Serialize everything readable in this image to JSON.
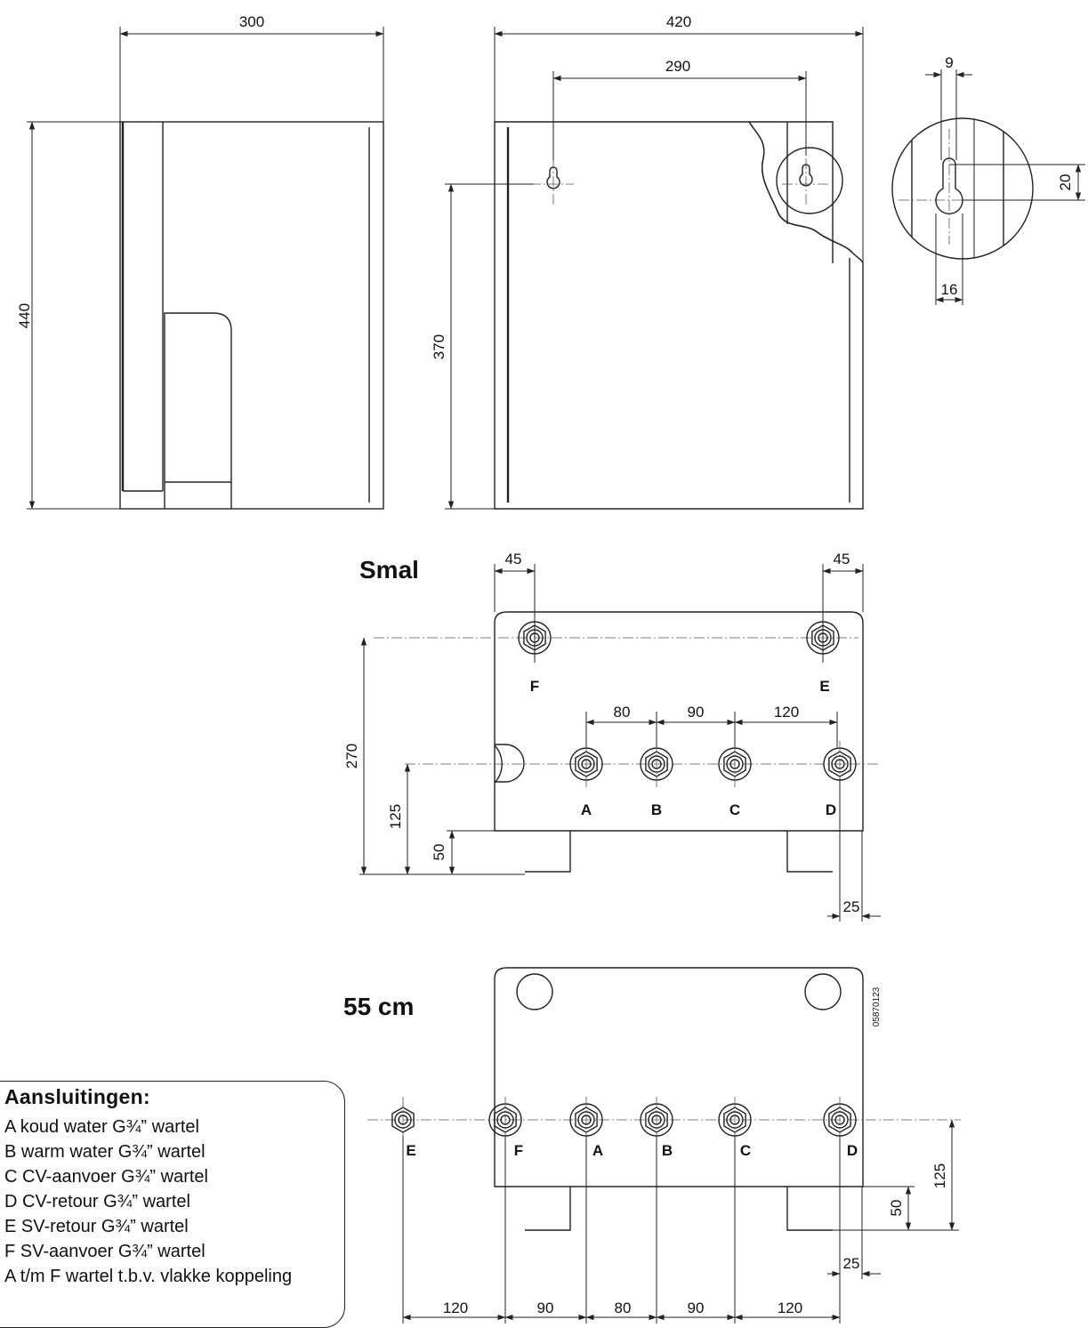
{
  "views": {
    "side": {
      "width": "300",
      "height": "440"
    },
    "front": {
      "width": "420",
      "hole_spacing": "290",
      "hole_height": "370"
    },
    "detail": {
      "slot_width": "9",
      "slot_length": "20",
      "head_diameter": "16"
    }
  },
  "smal": {
    "title": "Smal",
    "top_left_offset": "45",
    "top_right_offset": "45",
    "spacing_ab": "80",
    "spacing_bc": "90",
    "spacing_cd": "120",
    "height_top": "270",
    "height_row": "125",
    "height_foot": "50",
    "right_offset": "25",
    "labels": {
      "a": "A",
      "b": "B",
      "c": "C",
      "d": "D",
      "e": "E",
      "f": "F"
    }
  },
  "wide": {
    "title": "55 cm",
    "drawing_code": "05870123",
    "height_row": "125",
    "height_foot": "50",
    "right_offset": "25",
    "spacing_ef": "120",
    "spacing_fa": "90",
    "spacing_ab": "80",
    "spacing_bc": "90",
    "spacing_cd": "120",
    "labels": {
      "a": "A",
      "b": "B",
      "c": "C",
      "d": "D",
      "e": "E",
      "f": "F"
    }
  },
  "legend": {
    "title": "Aansluitingen:",
    "items": [
      "A koud water G¾” wartel",
      "B warm water G¾” wartel",
      "C CV-aanvoer G¾” wartel",
      "D CV-retour G¾” wartel",
      "E SV-retour G¾” wartel",
      "F SV-aanvoer G¾” wartel",
      "A t/m F wartel t.b.v. vlakke koppeling"
    ]
  }
}
